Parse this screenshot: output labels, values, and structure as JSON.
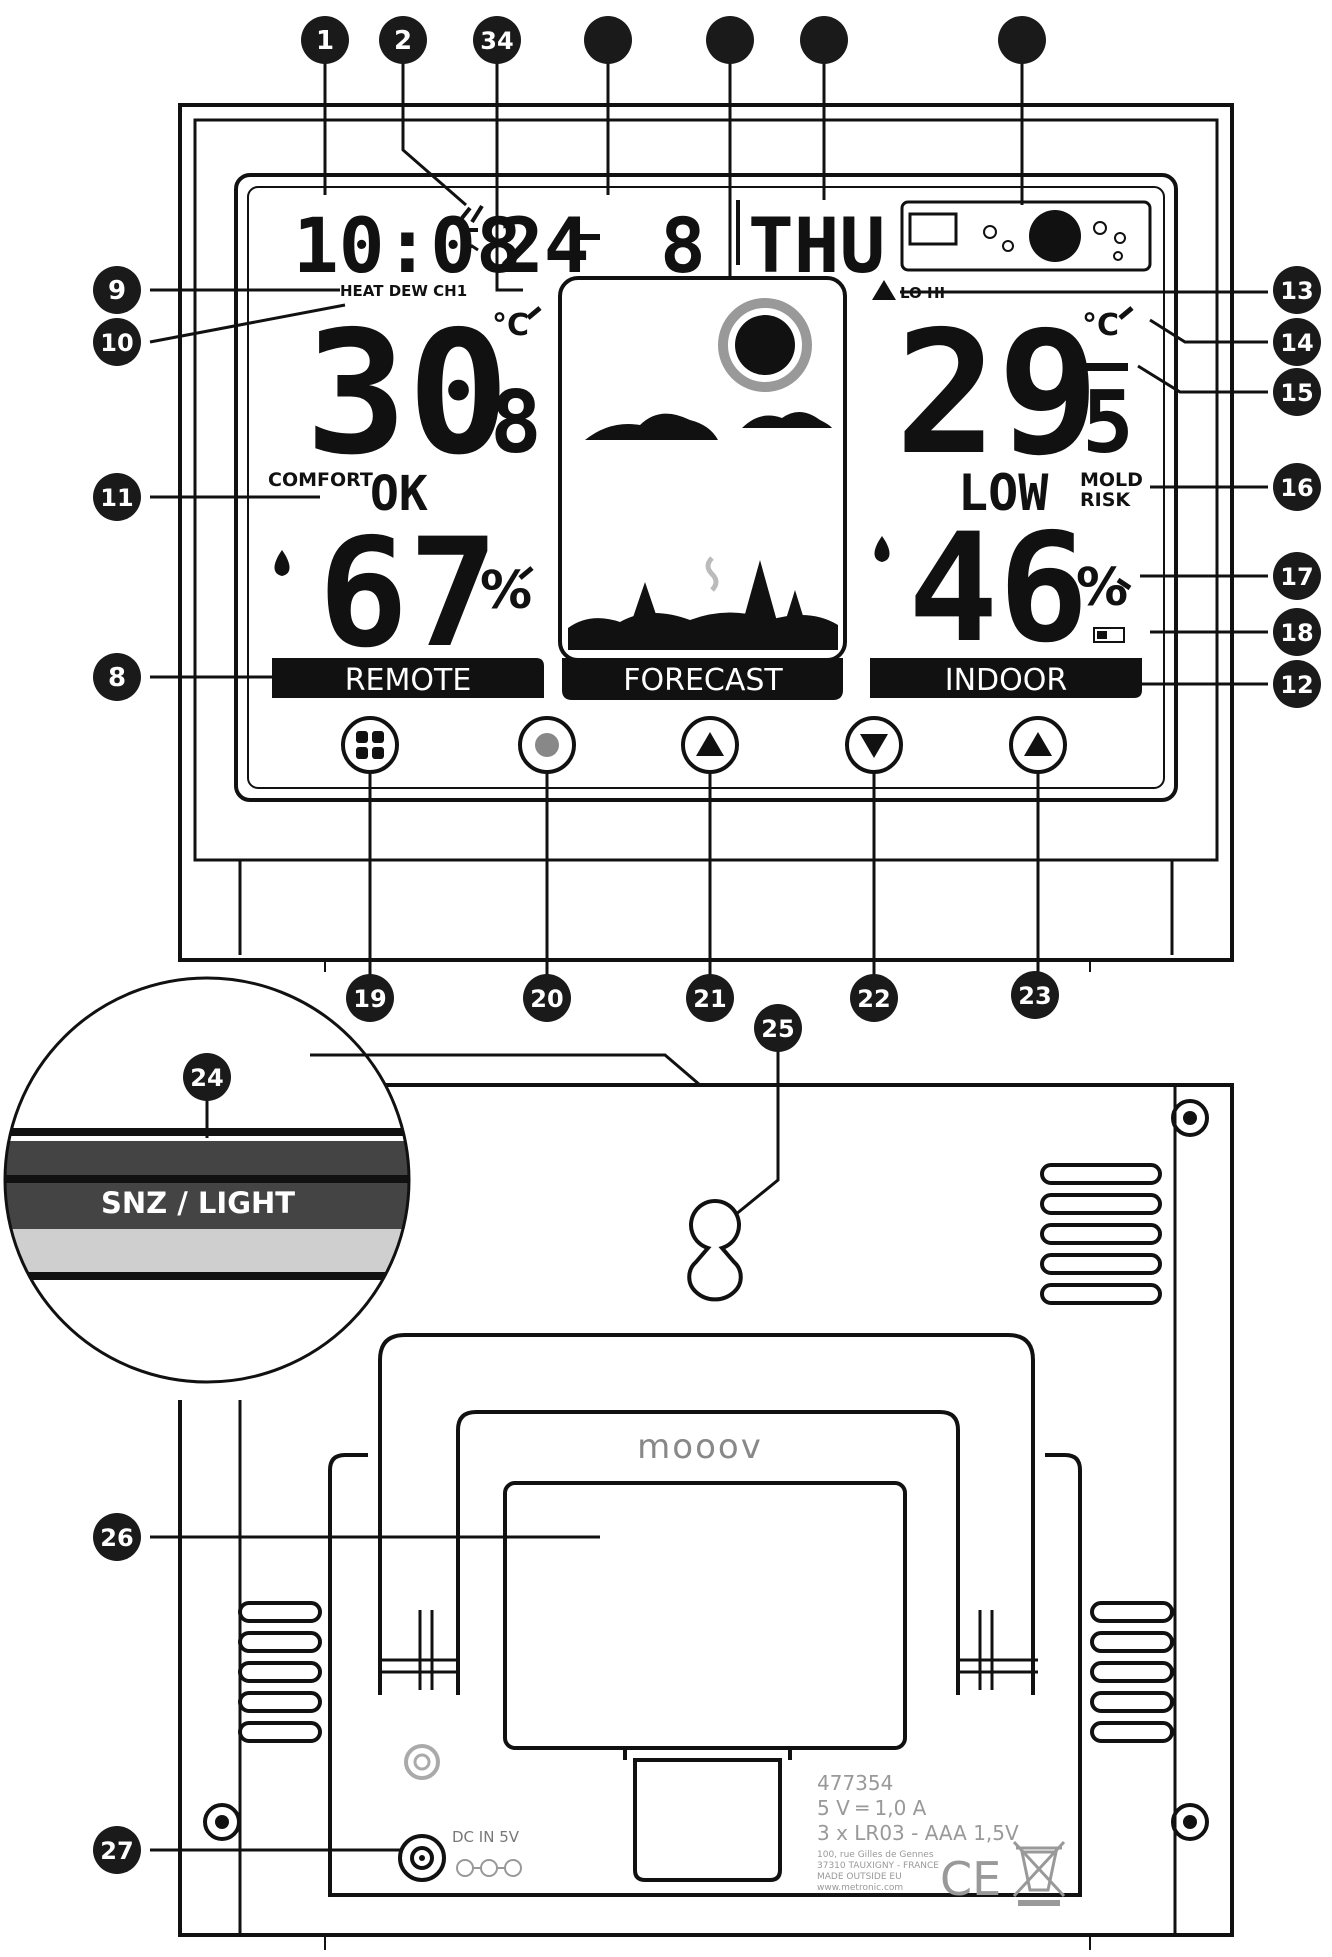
{
  "lcd": {
    "time": "10:08",
    "date_day": "24",
    "date_month": "8",
    "weekday": "THU",
    "labels_heat_dew_ch": "HEAT DEW CH1",
    "remote_temp_main": "30",
    "remote_temp_decimal": "8",
    "unit_c": "°C",
    "comfort_label": "COMFORT",
    "comfort_value": "OK",
    "remote_humidity": "67",
    "percent": "%",
    "remote_label": "REMOTE",
    "forecast_label": "FORECAST",
    "indoor_label": "INDOOR",
    "alarm_lo_hi": "LO HI",
    "indoor_temp_main": "29",
    "indoor_temp_decimal": "5",
    "mold_value": "LOW",
    "mold_label_1": "MOLD",
    "mold_label_2": "RISK",
    "indoor_humidity": "46"
  },
  "back": {
    "snz_light_label": "SNZ / LIGHT",
    "brand": "mooov",
    "model": "477354",
    "power_spec": "5 V ═ 1,0 A",
    "battery_spec": "3 x LR03 - AAA 1,5V",
    "address_1": "100, rue Gilles de Gennes",
    "address_2": "37310 TAUXIGNY - FRANCE",
    "address_3": "MADE OUTSIDE EU",
    "address_4": "www.metronic.com",
    "ce_mark": "CE",
    "dc_in_label": "DC IN 5V"
  },
  "callouts": {
    "c1": "1",
    "c2": "2",
    "c34": "34",
    "c5": "",
    "c6": "",
    "c7": "",
    "c7b": "",
    "c8": "8",
    "c9": "9",
    "c10": "10",
    "c11": "11",
    "c12": "12",
    "c13": "13",
    "c14": "14",
    "c15": "15",
    "c16": "16",
    "c17": "17",
    "c18": "18",
    "c19": "19",
    "c20": "20",
    "c21": "21",
    "c22": "22",
    "c23": "23",
    "c24": "24",
    "c25": "25",
    "c26": "26",
    "c27": "27"
  },
  "colors": {
    "ink": "#111111",
    "background": "#ffffff",
    "callout_fill": "#1a1a1a",
    "snz_band": "#444444"
  },
  "icons": [
    "signal-icon",
    "sun-icon",
    "cloud-icon",
    "tree-icon",
    "moon-phase-icon",
    "droplet-icon",
    "alarm-triangle-icon",
    "battery-icon",
    "keyhole-icon",
    "recycle-bin-icon",
    "dc-jack-icon"
  ]
}
